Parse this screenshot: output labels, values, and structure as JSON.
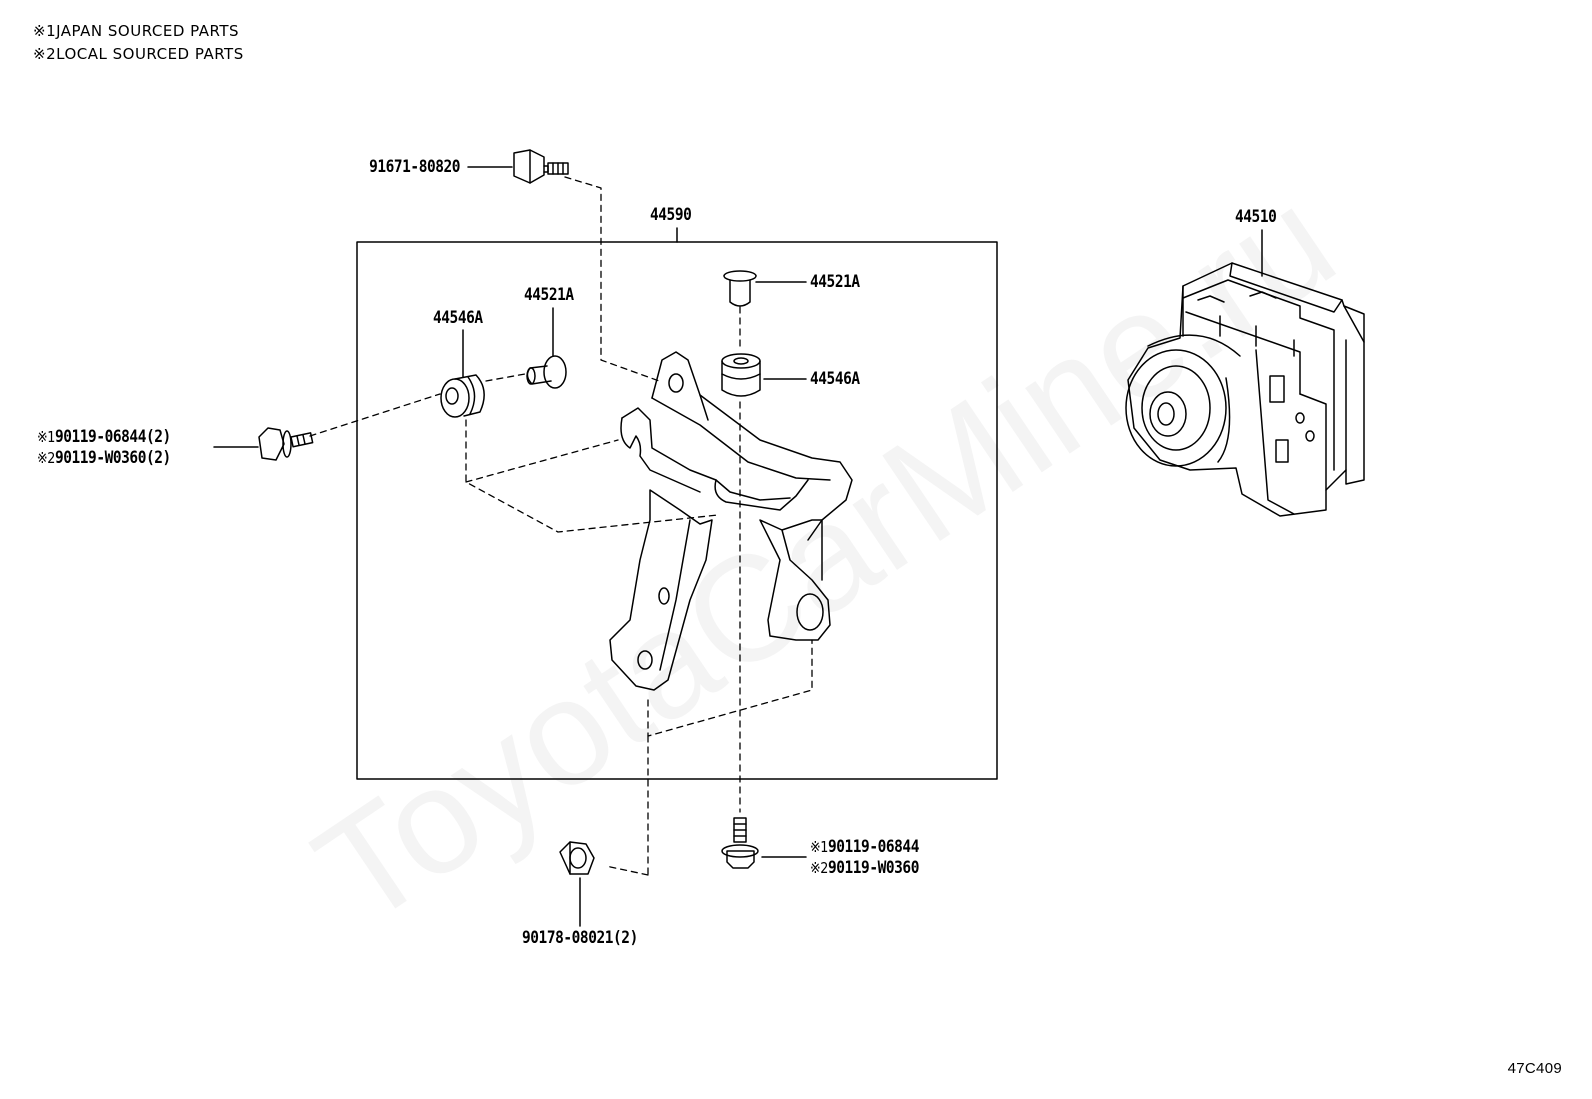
{
  "notes": [
    {
      "marker": "※1",
      "text": "JAPAN SOURCED PARTS"
    },
    {
      "marker": "※2",
      "text": "LOCAL SOURCED PARTS"
    }
  ],
  "watermark": "ToyotaCarMine.ru",
  "figure_code": "47C409",
  "parts": {
    "bolt_top": "91671-80820",
    "bracket_assy": "44590",
    "actuator": "44510",
    "bushing_left": "44546A",
    "collar_left": "44521A",
    "collar_right": "44521A",
    "bushing_right": "44546A",
    "bolt_left_1": "90119-06844(2)",
    "bolt_left_2": "90119-W0360(2)",
    "bolt_bottom_1": "90119-06844",
    "bolt_bottom_2": "90119-W0360",
    "nut_bottom": "90178-08021(2)"
  },
  "markers": {
    "m1": "※1",
    "m2": "※2"
  },
  "colors": {
    "line": "#000000",
    "watermark": "#e8e8e8",
    "background": "#ffffff"
  }
}
